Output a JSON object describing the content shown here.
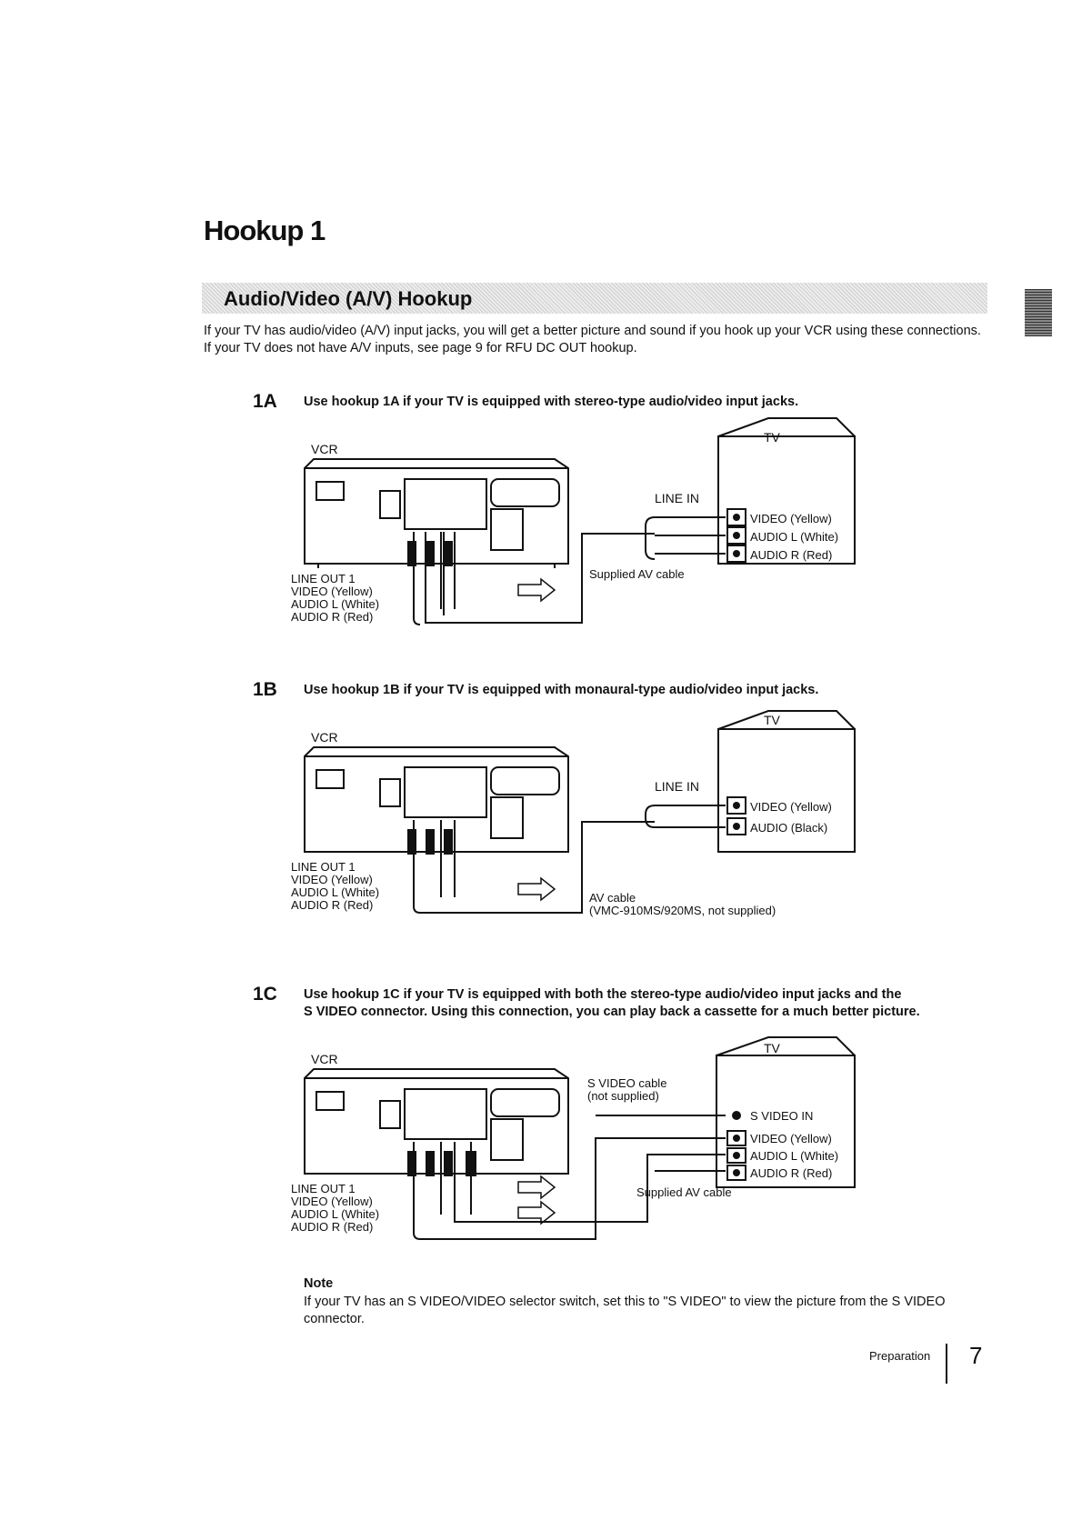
{
  "page": {
    "title": "Hookup 1",
    "section_banner": "Audio/Video (A/V) Hookup",
    "intro": "If your TV has audio/video (A/V) input jacks, you will get a better picture and sound if you hook up your VCR using these connections. If your TV does not have A/V inputs, see page 9 for RFU DC OUT hookup."
  },
  "steps": [
    {
      "id": "1A",
      "text": "Use hookup 1A if your TV is equipped with stereo-type audio/video input jacks.",
      "diagram": {
        "tv_label": "TV",
        "vcr_label": "VCR",
        "line_in": "LINE IN",
        "tv_jacks": [
          "VIDEO (Yellow)",
          "AUDIO L (White)",
          "AUDIO R (Red)"
        ],
        "line_out": [
          "LINE OUT 1",
          "VIDEO (Yellow)",
          "AUDIO L (White)",
          "AUDIO R (Red)"
        ],
        "cable": [
          "Supplied AV cable"
        ]
      }
    },
    {
      "id": "1B",
      "text": "Use hookup 1B if your TV is equipped with monaural-type audio/video input jacks.",
      "diagram": {
        "tv_label": "TV",
        "vcr_label": "VCR",
        "line_in": "LINE IN",
        "tv_jacks": [
          "VIDEO (Yellow)",
          "AUDIO (Black)"
        ],
        "line_out": [
          "LINE OUT 1",
          "VIDEO (Yellow)",
          "AUDIO L (White)",
          "AUDIO R (Red)"
        ],
        "cable": [
          "AV cable",
          "(VMC-910MS/920MS, not supplied)"
        ]
      }
    },
    {
      "id": "1C",
      "text_line1": "Use hookup 1C if your TV is equipped with both the stereo-type audio/video input jacks and the",
      "text_line2": "S VIDEO connector. Using this connection, you can play back a cassette for a much better picture.",
      "diagram": {
        "tv_label": "TV",
        "vcr_label": "VCR",
        "svideo_in": "S VIDEO IN",
        "svideo_cable": [
          "S VIDEO cable",
          "(not supplied)"
        ],
        "tv_jacks": [
          "VIDEO (Yellow)",
          "AUDIO L (White)",
          "AUDIO R (Red)"
        ],
        "line_out": [
          "LINE OUT 1",
          "VIDEO (Yellow)",
          "AUDIO L (White)",
          "AUDIO R (Red)"
        ],
        "cable": [
          "Supplied AV cable"
        ]
      }
    }
  ],
  "note": {
    "heading": "Note",
    "text": "If your TV has an S VIDEO/VIDEO selector switch, set this to \"S VIDEO\" to view the picture from the S VIDEO connector."
  },
  "footer": {
    "section": "Preparation",
    "page_number": "7"
  }
}
